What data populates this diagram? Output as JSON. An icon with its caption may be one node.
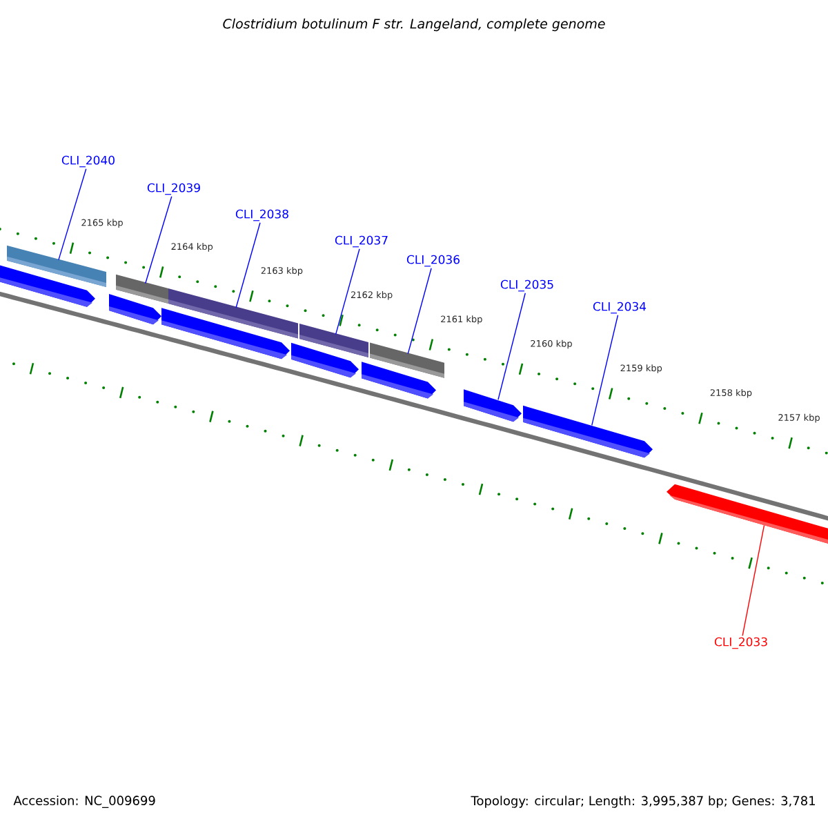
{
  "diagram": {
    "title": "Clostridium botulinum F str. Langeland, complete genome",
    "nodes": [
      {
        "text": [
          "CLI_2040"
        ]
      },
      {
        "text": [
          "CLI_2039"
        ]
      },
      {
        "text": [
          "CLI_2038"
        ]
      },
      {
        "text": [
          "CLI_2037"
        ]
      },
      {
        "text": [
          "CLI_2036"
        ]
      },
      {
        "text": [
          "CLI_2035"
        ]
      },
      {
        "text": [
          "CLI_2034"
        ]
      },
      {
        "text": [
          "CLI_2033"
        ]
      },
      {
        "text": [],
        "shape": "bar"
      },
      {
        "text": [],
        "shape": "bar"
      },
      {
        "text": [],
        "shape": "bar"
      },
      {
        "text": [],
        "shape": "bar"
      },
      {
        "text": [],
        "shape": "bar"
      },
      {
        "text": [],
        "shape": "block"
      },
      {
        "text": [],
        "shape": "block"
      },
      {
        "text": [],
        "shape": "block"
      },
      {
        "text": [],
        "shape": "block"
      },
      {
        "text": [],
        "shape": "block"
      },
      {
        "text": [],
        "shape": "block"
      },
      {
        "text": [],
        "shape": "block"
      },
      {
        "text": [],
        "shape": "block"
      }
    ],
    "edges": [
      {
        "from": 0,
        "to": 8,
        "arrow": "none"
      },
      {
        "from": 1,
        "to": 9,
        "arrow": "none"
      },
      {
        "from": 2,
        "to": 10,
        "arrow": "none"
      },
      {
        "from": 3,
        "to": 11,
        "arrow": "none"
      },
      {
        "from": 4,
        "to": 12,
        "arrow": "none"
      },
      {
        "from": 5,
        "to": 18,
        "arrow": "none"
      },
      {
        "from": 6,
        "to": 19,
        "arrow": "none"
      },
      {
        "from": 7,
        "to": 20,
        "arrow": "none",
        "color": "#ff0000"
      }
    ],
    "labels": [
      "2165 kbp",
      "2164 kbp",
      "2163 kbp",
      "2162 kbp",
      "2161 kbp",
      "2160 kbp",
      "2159 kbp",
      "2158 kbp",
      "2157 kbp",
      "Accession: NC_009699",
      "Topology: circular; Length: 3,995,387 bp; Genes: 3,781"
    ]
  }
}
